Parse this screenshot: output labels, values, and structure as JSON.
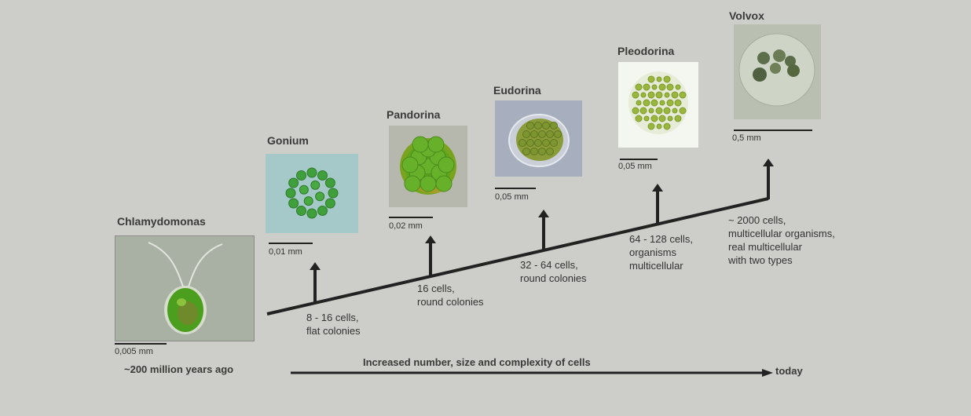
{
  "organisms": [
    {
      "name": "Chlamydomonas",
      "scale": "0,005 mm",
      "description": ""
    },
    {
      "name": "Gonium",
      "scale": "0,01 mm",
      "description": "8 - 16 cells,\nflat colonies"
    },
    {
      "name": "Pandorina",
      "scale": "0,02 mm",
      "description": "16 cells,\nround colonies"
    },
    {
      "name": "Eudorina",
      "scale": "0,05 mm",
      "description": "32 - 64 cells,\nround colonies"
    },
    {
      "name": "Pleodorina",
      "scale": "0,05 mm",
      "description": "64 - 128 cells,\norganisms\nmulticellular"
    },
    {
      "name": "Volvox",
      "scale": "0,5 mm",
      "description": "~ 2000 cells,\nmulticellular organisms,\nreal multicellular\nwith two types"
    }
  ],
  "timeline": {
    "start_label": "~200 million years ago",
    "axis_label": "Increased number, size and complexity of cells",
    "end_label": "today"
  },
  "colors": {
    "background": "#cdcdc9",
    "arrow": "#222222",
    "cell_green": "#4fae2a"
  }
}
